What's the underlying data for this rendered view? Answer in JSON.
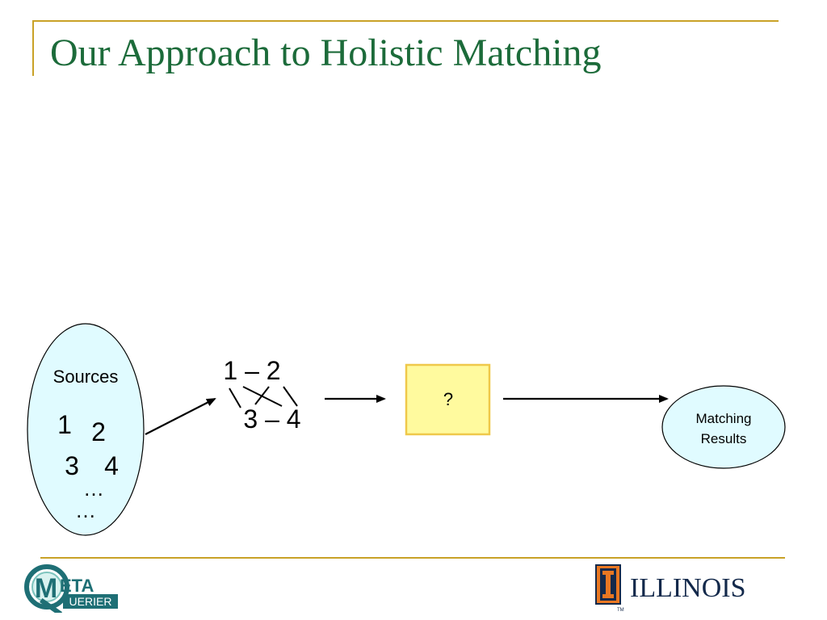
{
  "slide": {
    "title": "Our Approach to Holistic Matching"
  },
  "diagram": {
    "sources": {
      "label": "Sources",
      "numbers": [
        "1",
        "2",
        "3",
        "4"
      ],
      "ellipsis": [
        "…",
        "…"
      ]
    },
    "graph": {
      "top_text": "1 – 2",
      "bottom_text": "3 – 4"
    },
    "process_box": {
      "label": "?"
    },
    "results": {
      "line1": "Matching",
      "line2": "Results"
    },
    "colors": {
      "sources_fill": "#e0fbff",
      "process_fill": "#fffa9e",
      "process_border": "#efc84a",
      "results_fill": "#e0fbff",
      "title": "#1c6b3a",
      "accent": "#c9a227"
    }
  },
  "footer": {
    "left_logo": {
      "letters": "ETA",
      "sub": "UERIER"
    },
    "right_logo": {
      "text": "ILLINOIS",
      "tm": "TM"
    }
  }
}
